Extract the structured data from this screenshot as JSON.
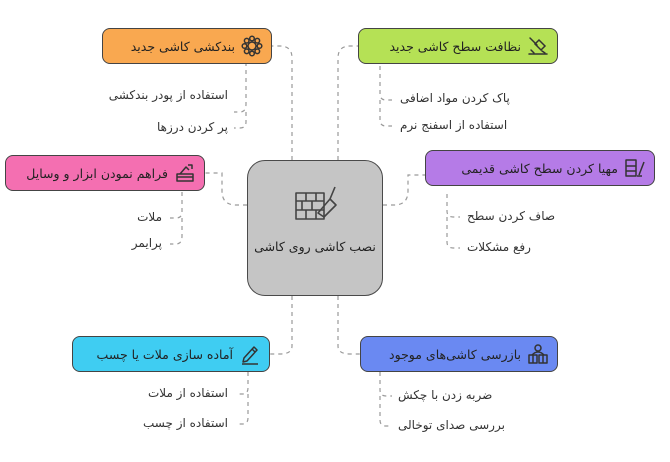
{
  "center": {
    "title": "نصب کاشی روی کاشی",
    "icon": "brick-wall-trowel-icon"
  },
  "nodes": [
    {
      "id": "grout",
      "title": "بندکشی کاشی جدید",
      "color": "#f9a850",
      "icon": "gear-icon",
      "items": [
        "استفاده از پودر بندکشی",
        "پر کردن درزها"
      ]
    },
    {
      "id": "clean",
      "title": "نظافت سطح کاشی جدید",
      "color": "#b5e155",
      "icon": "cleaning-icon",
      "items": [
        "پاک کردن مواد اضافی",
        "استفاده از اسفنج نرم"
      ]
    },
    {
      "id": "tools",
      "title": "فراهم نمودن ابزار و وسایل",
      "color": "#f46fb1",
      "icon": "tools-icon",
      "items": [
        "ملات",
        "پرایمر"
      ]
    },
    {
      "id": "prep",
      "title": "مهیا کردن سطح کاشی قدیمی",
      "color": "#b57be7",
      "icon": "surface-prep-icon",
      "items": [
        "صاف کردن سطح",
        "رفع مشکلات"
      ]
    },
    {
      "id": "mortar",
      "title": "آماده سازی ملات یا چسب",
      "color": "#3fcdf2",
      "icon": "pencil-icon",
      "items": [
        "استفاده از ملات",
        "استفاده از چسب"
      ]
    },
    {
      "id": "inspect",
      "title": "بازرسی کاشی‌های موجود",
      "color": "#6a89f2",
      "icon": "inspect-icon",
      "items": [
        "ضربه زدن با چکش",
        "بررسی صدای توخالی"
      ]
    }
  ]
}
